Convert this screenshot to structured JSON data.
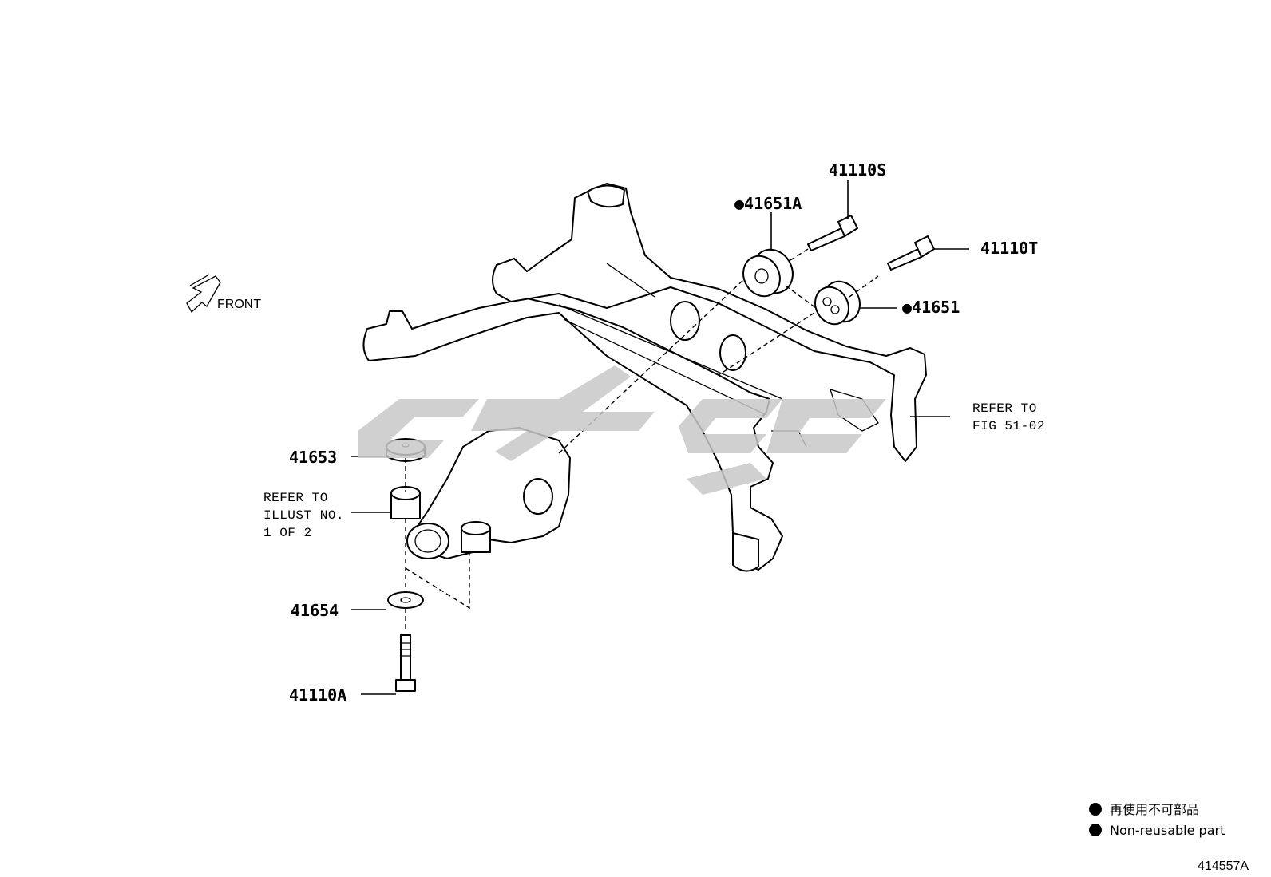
{
  "diagram": {
    "front_label": "FRONT",
    "callouts": {
      "p41110S": "41110S",
      "p41651A": "●41651A",
      "p41110T": "41110T",
      "p41651": "●41651",
      "p41653": "41653",
      "p41654": "41654",
      "p41110A": "41110A"
    },
    "notes": {
      "refer_fig": [
        "REFER TO",
        "FIG 51-02"
      ],
      "refer_illust": [
        "REFER TO",
        "ILLUST NO.",
        "1 OF 2"
      ]
    },
    "legend": {
      "bullet_color": "#000000",
      "line1": "再使用不可部品",
      "line2": "Non-reusable part"
    },
    "ref_code": "414557A"
  }
}
